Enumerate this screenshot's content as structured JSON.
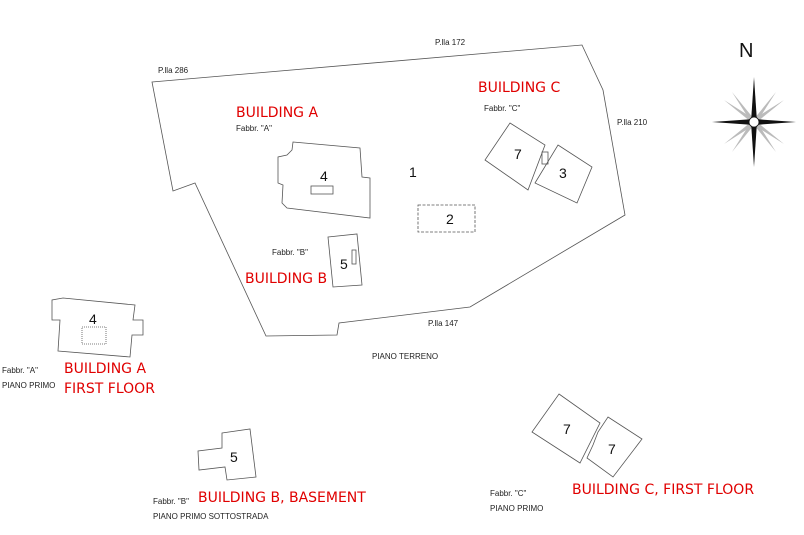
{
  "north": "N",
  "parcels": {
    "p286": "P.lla 286",
    "p172": "P.lla 172",
    "p210": "P.lla 210",
    "p147": "P.lla 147"
  },
  "ground_floor": {
    "level_label": "PIANO TERRENO",
    "building_a": {
      "red_label": "BUILDING A",
      "fabbr": "Fabbr. \"A\"",
      "number": "4"
    },
    "building_b": {
      "red_label": "BUILDING B",
      "fabbr": "Fabbr. \"B\"",
      "number": "5"
    },
    "building_c": {
      "red_label": "BUILDING C",
      "fabbr": "Fabbr. \"C\"",
      "numbers": [
        "7",
        "3"
      ]
    },
    "yard_number": "1",
    "structure_2_number": "2"
  },
  "a_first_floor": {
    "fabbr": "Fabbr. \"A\"",
    "level": "PIANO PRIMO",
    "red_line1": "BUILDING A",
    "red_line2": "FIRST FLOOR",
    "number": "4"
  },
  "b_basement": {
    "fabbr": "Fabbr. \"B\"",
    "level": "PIANO PRIMO SOTTOSTRADA",
    "red_label": "BUILDING B, BASEMENT",
    "number": "5"
  },
  "c_first_floor": {
    "fabbr": "Fabbr. \"C\"",
    "level": "PIANO PRIMO",
    "red_label": "BUILDING C, FIRST FLOOR",
    "numbers": [
      "7",
      "7"
    ]
  },
  "colors": {
    "annotation": "#e00000",
    "line": "#444444"
  }
}
